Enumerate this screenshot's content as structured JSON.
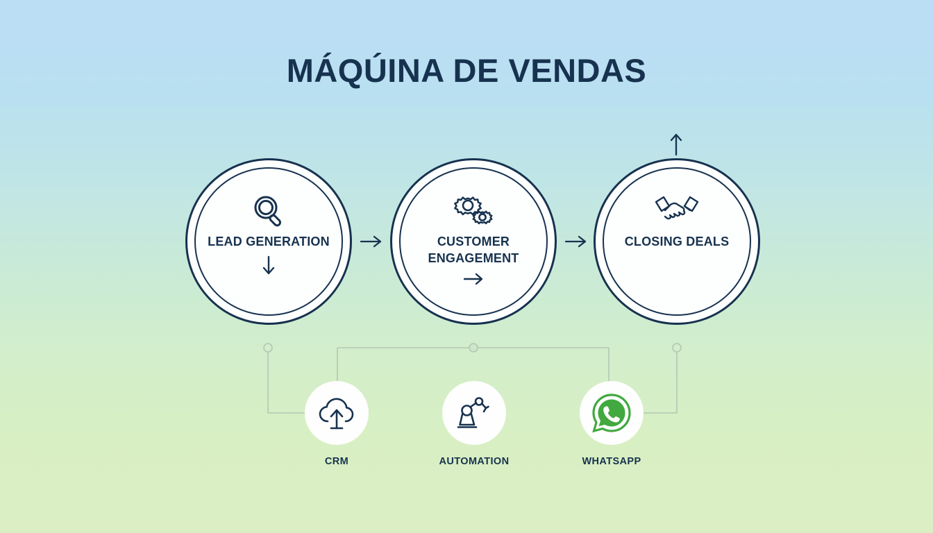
{
  "page": {
    "title": "MÁQÚINA DE VENDAS",
    "background_top_color": "#bbdef4",
    "background_bottom_color": "#dcefc4",
    "ink_color": "#17324f",
    "connector_color": "#b3c7b3",
    "card_color": "#fdfefe"
  },
  "stages": [
    {
      "id": "lead-generation",
      "label": "LEAD GENERATION",
      "icon": "magnifying-glass-icon",
      "sub_arrow": "arrow-down-icon"
    },
    {
      "id": "customer-engagement",
      "label": "CUSTOMER ENGAGEMENT",
      "icon": "gears-icon",
      "sub_arrow": "arrow-right-icon"
    },
    {
      "id": "closing-deals",
      "label": "CLOSING DEALS",
      "icon": "handshake-icon",
      "sub_arrow": ""
    }
  ],
  "flow_arrows": [
    {
      "id": "arrow-stage1-stage2",
      "icon": "arrow-right-icon"
    },
    {
      "id": "arrow-stage2-stage3",
      "icon": "arrow-right-icon"
    },
    {
      "id": "arrow-above-stage3",
      "icon": "arrow-up-icon"
    }
  ],
  "tools": [
    {
      "id": "crm",
      "label": "CRM",
      "icon": "cloud-upload-icon",
      "icon_color": "#17324f"
    },
    {
      "id": "automation",
      "label": "AUTOMATION",
      "icon": "robot-arm-icon",
      "icon_color": "#17324f"
    },
    {
      "id": "whatsapp",
      "label": "WHATSAPP",
      "icon": "whatsapp-icon",
      "icon_color": "#41a93f"
    }
  ]
}
